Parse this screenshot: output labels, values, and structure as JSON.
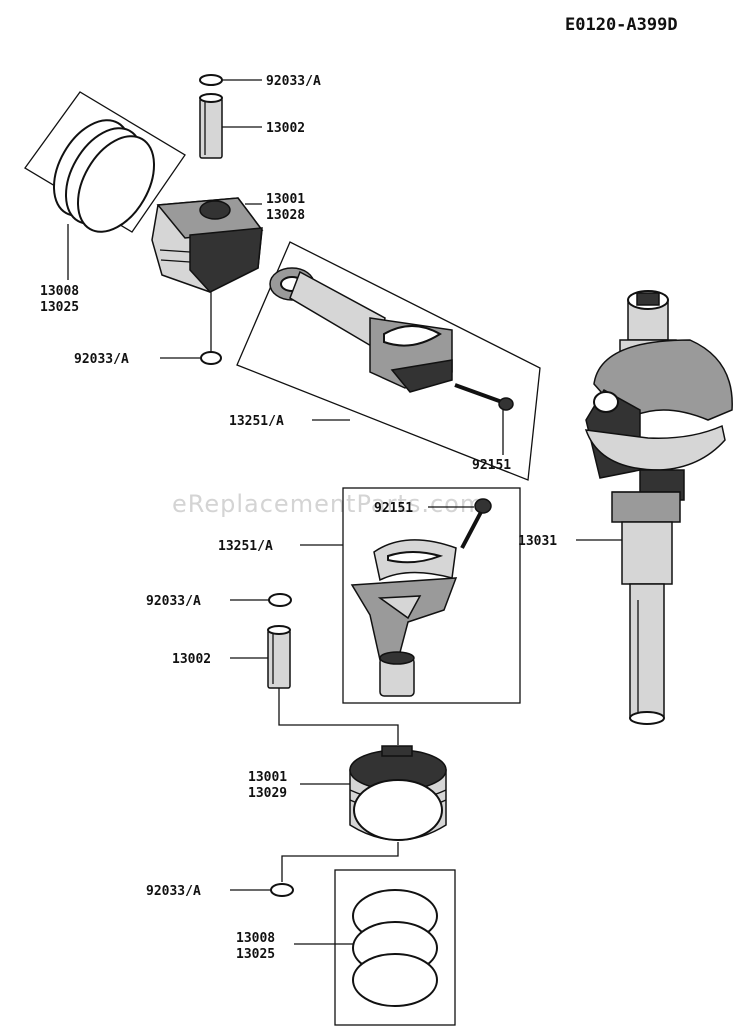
{
  "diagram_id": "E0120-A399D",
  "watermark": "eReplacementParts.com",
  "labels": {
    "circlip_top": "92033/A",
    "pin_top": "13002",
    "piston_top": [
      "13001",
      "13028"
    ],
    "rings_top": [
      "13008",
      "13025"
    ],
    "circlip_mid": "92033/A",
    "rod_top": "13251/A",
    "bolt_top": "92151",
    "bolt_bottom": "92151",
    "rod_bottom": "13251/A",
    "crankshaft": "13031",
    "circlip_lower": "92033/A",
    "pin_bottom": "13002",
    "piston_bottom": [
      "13001",
      "13029"
    ],
    "circlip_bottom": "92033/A",
    "rings_bottom": [
      "13008",
      "13025"
    ]
  }
}
